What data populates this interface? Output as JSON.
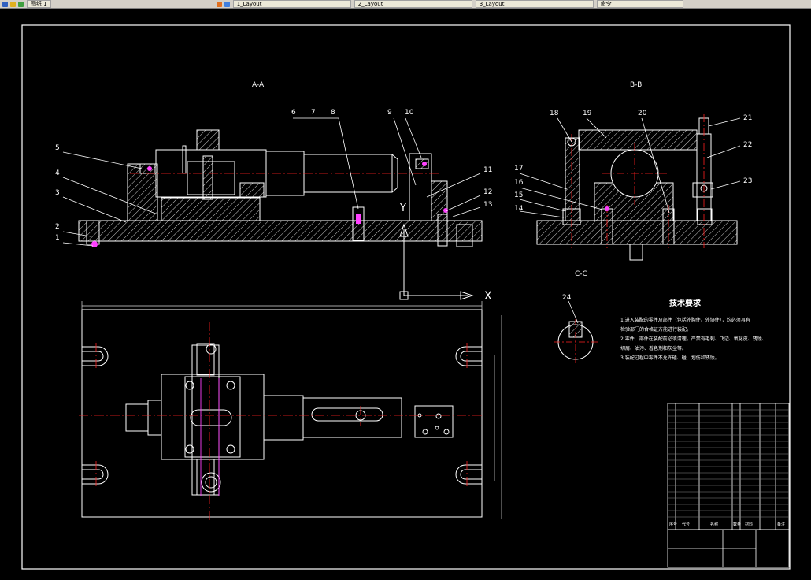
{
  "toolbar": {
    "tabs": [
      {
        "label": "图纸 1"
      },
      {
        "label": "1_Layout"
      },
      {
        "label": "2_Layout"
      },
      {
        "label": "3_Layout"
      }
    ],
    "search_placeholder": "命令"
  },
  "views": {
    "aa": "A-A",
    "bb": "B-B",
    "cc": "C-C"
  },
  "balloons": {
    "left": [
      "5",
      "4",
      "3",
      "2",
      "1"
    ],
    "top": [
      "6",
      "7",
      "8",
      "9",
      "10"
    ],
    "right_aa": [
      "11",
      "12",
      "13"
    ],
    "bb_left": [
      "18",
      "19",
      "20",
      "17",
      "16",
      "15",
      "14"
    ],
    "bb_right": [
      "21",
      "22",
      "23"
    ],
    "cc": "24"
  },
  "ucs": {
    "x": "X",
    "y": "Y"
  },
  "tech": {
    "title": "技术要求",
    "lines": [
      "1.进入装配的零件及部件（包括外购件、外协件），均必须具有",
      "检验部门的合格证方能进行装配。",
      "2.零件、部件在装配前必须清理，严禁有毛刺、飞边、氧化皮、锈蚀、",
      "切屑、油污、着色剂和灰尘等。",
      "3.装配过程中零件不允许磕、碰、划伤和锈蚀。"
    ]
  },
  "title_block": {
    "header": [
      "序号",
      "代号",
      "名称",
      "数量",
      "材料",
      "备注"
    ]
  },
  "colors": {
    "outline": "#ffffff",
    "center": "#ff2020",
    "dim": "#dddddd",
    "bolt": "#ff40ff",
    "accent": "#ffd000"
  }
}
